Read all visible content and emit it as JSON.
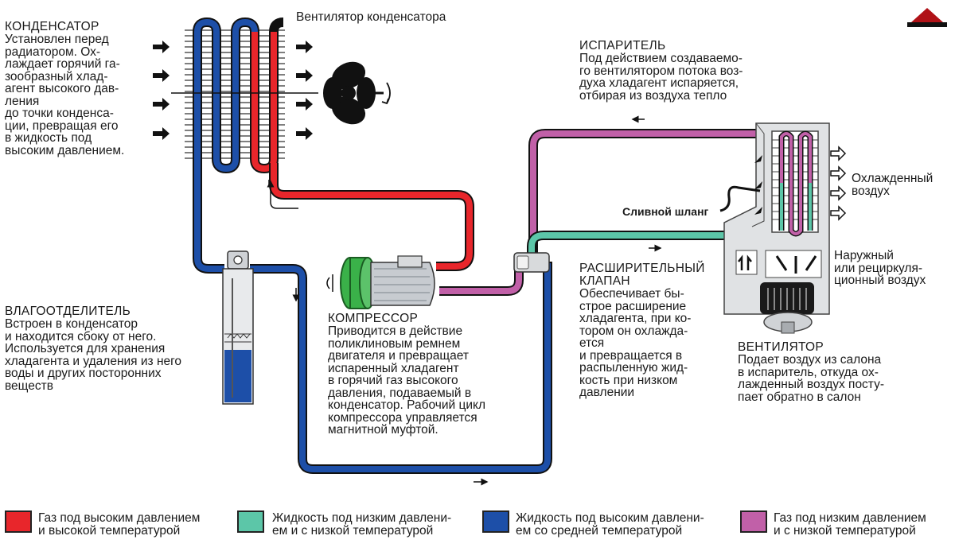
{
  "colors": {
    "high_pressure_gas": "#e8262b",
    "low_pressure_liquid": "#5cc6a8",
    "high_pressure_liquid": "#1d4fa8",
    "low_pressure_gas": "#c160a8"
  },
  "condenser_fan_label": "Вентилятор конденсатора",
  "condenser": {
    "title": "КОНДЕНСАТОР",
    "body": "Установлен перед\nрадиатором. Ох-\nлаждает горячий га-\nзообразный хлад-\nагент высокого дав-\nления\nдо точки конденса-\nции, превращая его\nв жидкость под\nвысоким давлением."
  },
  "evaporator": {
    "title": "ИСПАРИТЕЛЬ",
    "body": "Под действием создаваемо-\nго вентилятором потока воз-\nдуха хладагент испаряется,\nотбирая из воздуха тепло"
  },
  "cooled_air_label": "Охлажденный\nвоздух",
  "drain_hose_label": "Сливной шланг",
  "outside_air_label": "Наружный\nили рециркуля-\nционный воздух",
  "dryer": {
    "title": "ВЛАГООТДЕЛИТЕЛЬ",
    "body": "Встроен в конденсатор\nи находится сбоку от него.\nИспользуется для хранения\nхладагента и удаления из него\nводы и других посторонних\nвеществ"
  },
  "compressor": {
    "title": "КОМПРЕССОР",
    "body": "Приводится в действие\nполиклиновым ремнем\nдвигателя и превращает\nиспаренный хладагент\nв горячий газ высокого\nдавления, подаваемый в\nконденсатор. Рабочий цикл\nкомпрессора управляется\nмагнитной муфтой."
  },
  "expansion_valve": {
    "title": "РАСШИРИТЕЛЬНЫЙ\nКЛАПАН",
    "body": "Обеспечивает бы-\nстрое расширение\nхладагента, при ко-\nтором он охлажда-\nется\nи превращается в\nраспыленную жид-\nкость при низком\nдавлении"
  },
  "blower": {
    "title": "ВЕНТИЛЯТОР",
    "body": "Подает воздух из салона\nв испаритель, откуда ох-\nлажденный воздух посту-\nпает обратно в салон"
  },
  "legend": [
    {
      "label": "Газ под высоким давлением\nи высокой температурой",
      "color": "#e8262b"
    },
    {
      "label": "Жидкость под низким давлени-\nем и с низкой температурой",
      "color": "#5cc6a8"
    },
    {
      "label": "Жидкость под высоким давлени-\nем со средней температурой",
      "color": "#1d4fa8"
    },
    {
      "label": "Газ под низким давлением\nи с низкой температурой",
      "color": "#c160a8"
    }
  ]
}
